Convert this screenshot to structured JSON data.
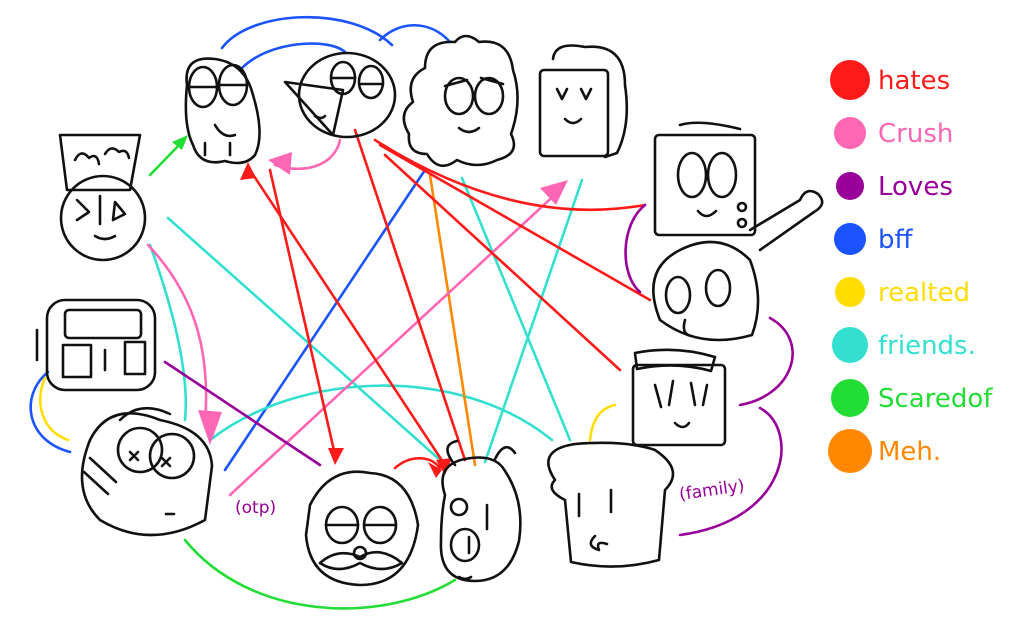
{
  "colors": {
    "hates": "#ff1a1a",
    "crush": "#ff66b3",
    "loves": "#990099",
    "bff": "#1a53ff",
    "realted": "#ffdd00",
    "friends": "#33e0d0",
    "scared": "#22dd33",
    "meh": "#ff8800"
  },
  "legend": [
    {
      "key": "hates",
      "label": "hates"
    },
    {
      "key": "crush",
      "label": "Crush"
    },
    {
      "key": "loves",
      "label": "Loves"
    },
    {
      "key": "bff",
      "label": "bff"
    },
    {
      "key": "realted",
      "label": "realted"
    },
    {
      "key": "friends",
      "label": "friends."
    },
    {
      "key": "scared",
      "label": "Scaredof"
    },
    {
      "key": "meh",
      "label": "Meh."
    }
  ],
  "annotations": {
    "otp": "(otp)",
    "family": "(family)"
  },
  "characters": [
    {
      "id": "bucket-hat",
      "icon": "bucket-hat-character-icon"
    },
    {
      "id": "tired-eyes",
      "icon": "tired-eyes-character-icon"
    },
    {
      "id": "beak",
      "icon": "beak-character-icon"
    },
    {
      "id": "hairy",
      "icon": "hairy-character-icon"
    },
    {
      "id": "square-hair",
      "icon": "square-hair-character-icon"
    },
    {
      "id": "tv-box",
      "icon": "tv-box-character-icon"
    },
    {
      "id": "toaster",
      "icon": "toaster-character-icon"
    },
    {
      "id": "bone-ghost",
      "icon": "bone-ghost-character-icon"
    },
    {
      "id": "glasses-bandage",
      "icon": "glasses-bandage-character-icon"
    },
    {
      "id": "mustache",
      "icon": "mustache-character-icon"
    },
    {
      "id": "antenna-blob",
      "icon": "antenna-blob-character-icon"
    },
    {
      "id": "bread",
      "icon": "bread-character-icon"
    },
    {
      "id": "bandana-box",
      "icon": "bandana-box-character-icon"
    }
  ]
}
